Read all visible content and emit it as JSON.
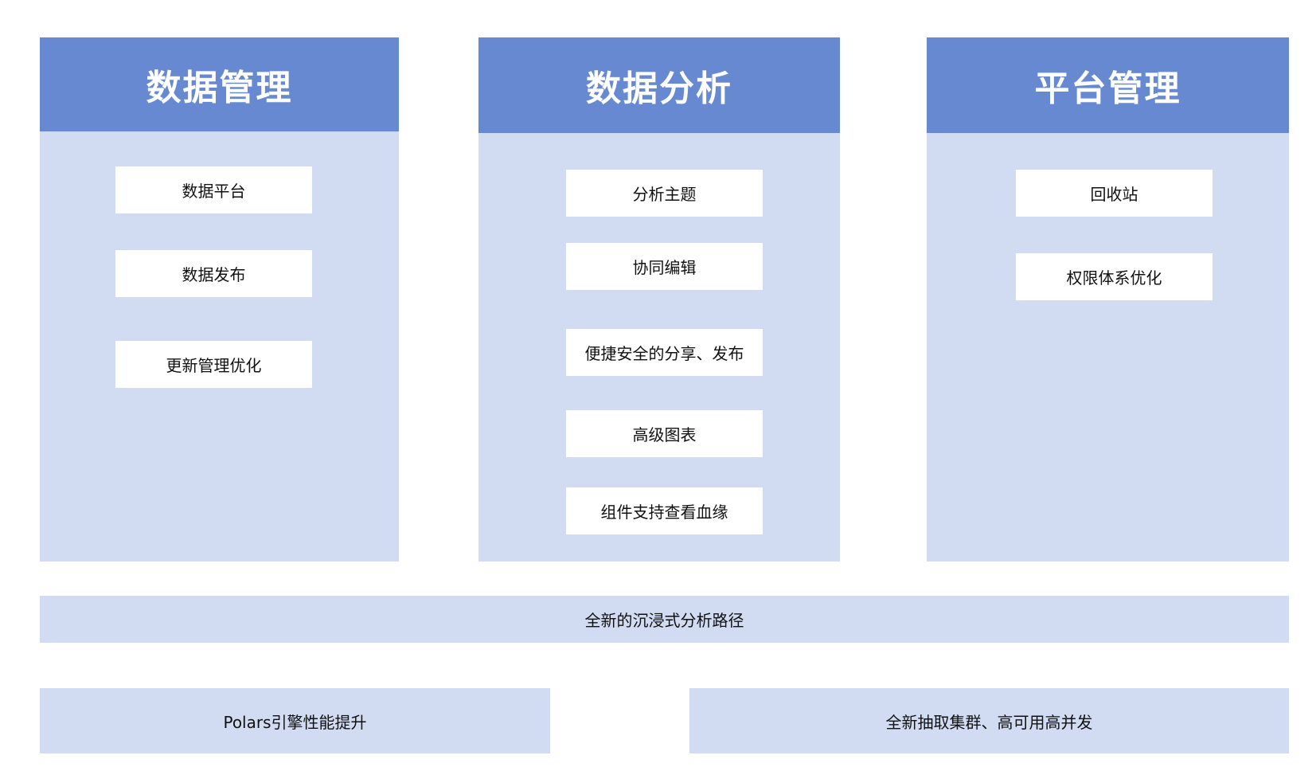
{
  "columns": [
    {
      "title": "数据管理",
      "items": [
        "数据平台",
        "数据发布",
        "更新管理优化"
      ]
    },
    {
      "title": "数据分析",
      "items": [
        "分析主题",
        "协同编辑",
        "便捷安全的分享、发布",
        "高级图表",
        "组件支持查看血缘"
      ]
    },
    {
      "title": "平台管理",
      "items": [
        "回收站",
        "权限体系优化"
      ]
    }
  ],
  "band": "全新的沉浸式分析路径",
  "bottom": [
    "Polars引擎性能提升",
    "全新抽取集群、高可用高并发"
  ]
}
